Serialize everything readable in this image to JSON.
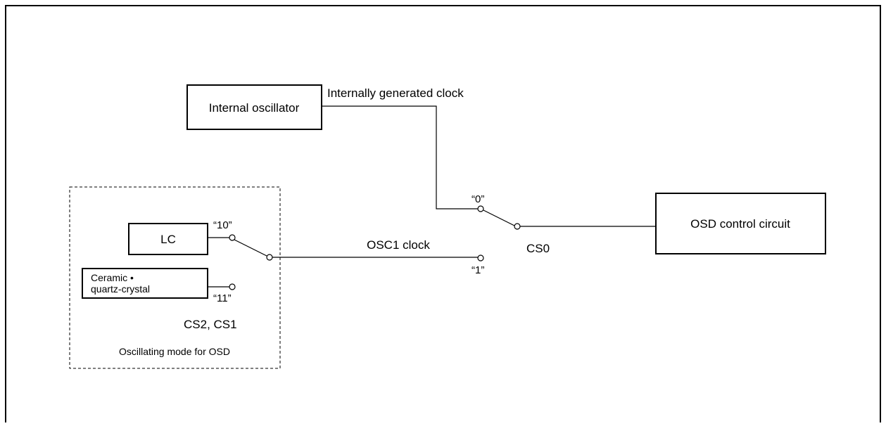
{
  "blocks": {
    "internal_oscillator": "Internal oscillator",
    "osd_control_circuit": "OSD control circuit",
    "lc": "LC",
    "ceramic_line1": "Ceramic •",
    "ceramic_line2": "quartz-crystal"
  },
  "signals": {
    "internal_clock": "Internally generated clock",
    "osc1_clock": "OSC1 clock"
  },
  "switch_positions": {
    "p0": "“0”",
    "p1": "“1”",
    "p10": "“10”",
    "p11": "“11”"
  },
  "switch_labels": {
    "cs0": "CS0",
    "cs2_cs1": "CS2, CS1"
  },
  "group_label": "Oscillating mode for OSD"
}
